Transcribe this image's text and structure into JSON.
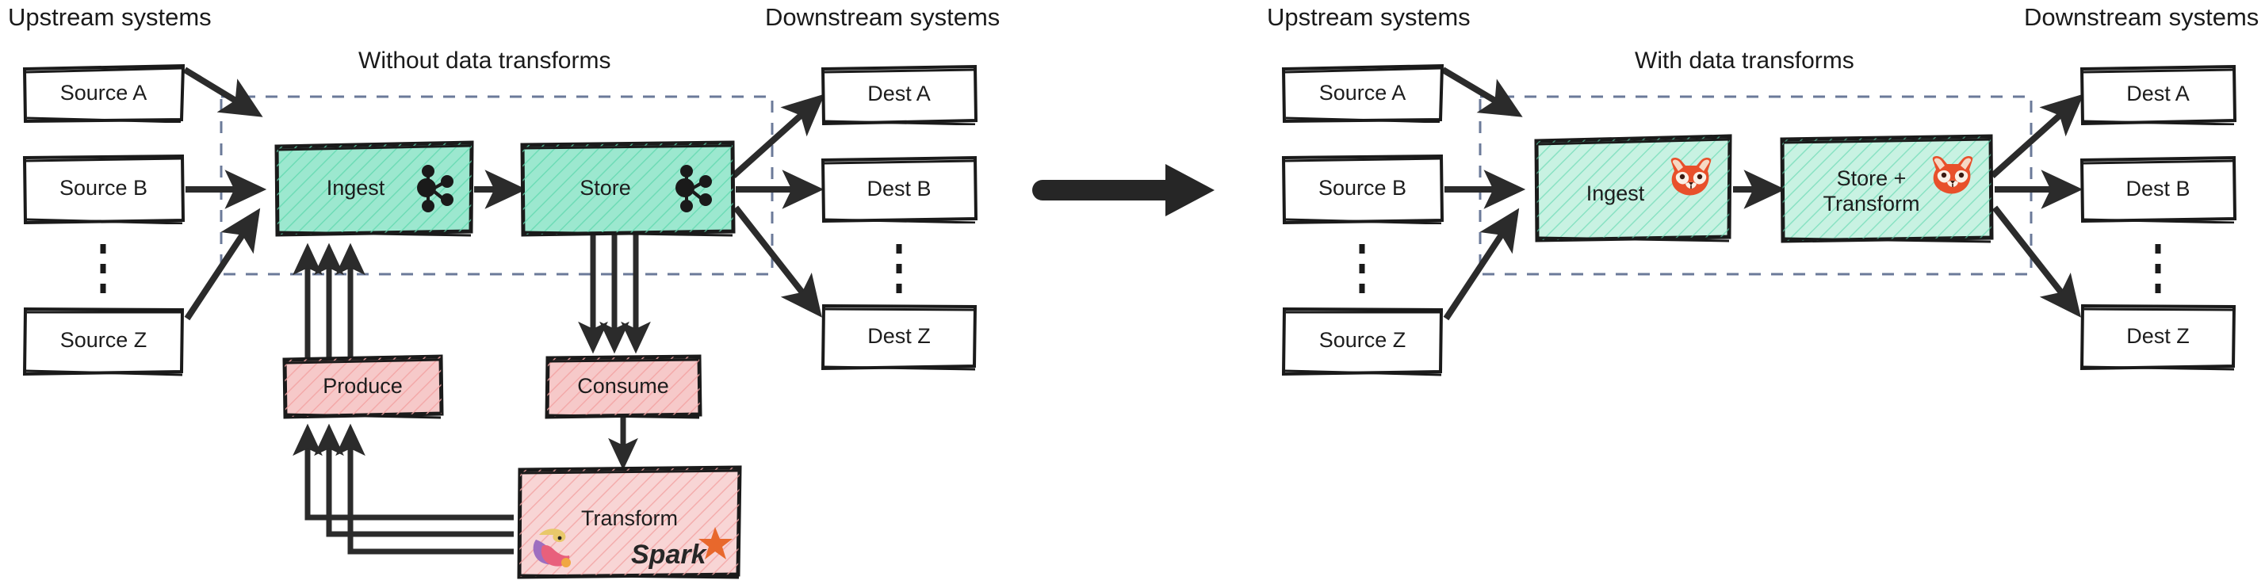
{
  "diagram": {
    "type": "architecture-comparison",
    "transition_arrow": "right-arrow"
  },
  "left_panel": {
    "title": "Without data transforms",
    "upstream_header": "Upstream systems",
    "downstream_header": "Downstream systems",
    "sources": [
      {
        "label": "Source A"
      },
      {
        "label": "Source B"
      },
      {
        "label": "Source Z"
      }
    ],
    "source_ellipsis": "vertical-dots",
    "pipeline": [
      {
        "label": "Ingest",
        "icon": "kafka-icon",
        "fill": "#9ce8cf"
      },
      {
        "label": "Store",
        "icon": "kafka-icon",
        "fill": "#9ce8cf"
      }
    ],
    "external": [
      {
        "label": "Produce",
        "fill": "#f2b8b8"
      },
      {
        "label": "Consume",
        "fill": "#f2b8b8"
      },
      {
        "label": "Transform",
        "fill": "#f2b8b8",
        "icons": [
          "flink-squirrel-icon",
          "spark-icon"
        ],
        "spark_wordmark": "Spark"
      }
    ],
    "destinations": [
      {
        "label": "Dest A"
      },
      {
        "label": "Dest B"
      },
      {
        "label": "Dest Z"
      }
    ],
    "dest_ellipsis": "vertical-dots"
  },
  "right_panel": {
    "title": "With data transforms",
    "upstream_header": "Upstream systems",
    "downstream_header": "Downstream systems",
    "sources": [
      {
        "label": "Source A"
      },
      {
        "label": "Source B"
      },
      {
        "label": "Source Z"
      }
    ],
    "source_ellipsis": "vertical-dots",
    "pipeline": [
      {
        "label": "Ingest",
        "icon": "redpanda-icon",
        "fill": "#9ce8cf"
      },
      {
        "label": "Store +\nTransform",
        "icon": "redpanda-icon",
        "fill": "#9ce8cf"
      }
    ],
    "destinations": [
      {
        "label": "Dest A"
      },
      {
        "label": "Dest B"
      },
      {
        "label": "Dest Z"
      }
    ],
    "dest_ellipsis": "vertical-dots"
  },
  "colors": {
    "teal_fill": "#9ce8cf",
    "teal_hatch": "#4fd1a5",
    "pink_fill": "#f6c9c9",
    "pink_hatch": "#f0a0a0",
    "ink": "#1a1a1a",
    "dashed_boundary": "#6b7a99",
    "spark_orange": "#e8682c"
  }
}
